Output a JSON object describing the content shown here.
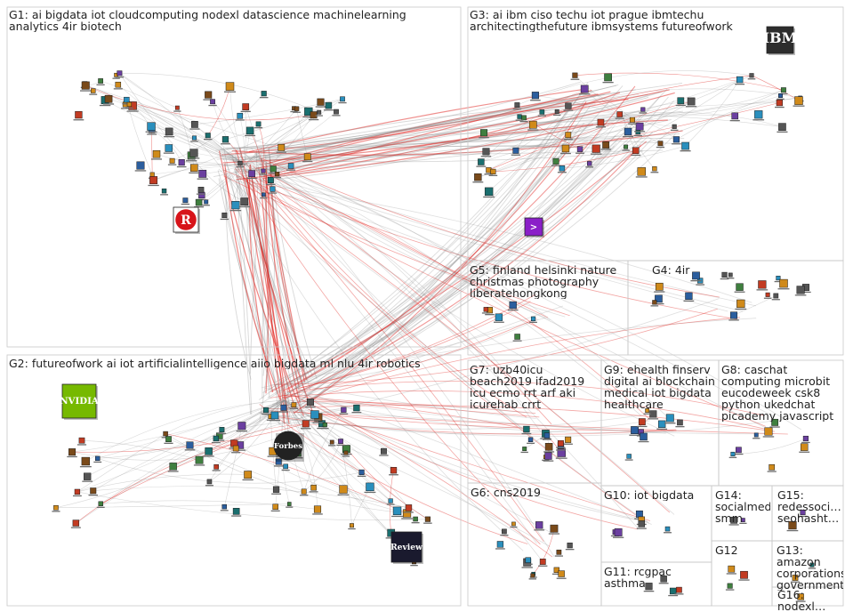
{
  "groups": [
    {
      "id": "G1",
      "label": "G1: ai bigdata iot cloudcomputing nodexl datascience machinelearning analytics 4ir biotech"
    },
    {
      "id": "G2",
      "label": "G2: futureofwork ai iot artificialintelligence aiio bigdata ml nlu 4ir robotics"
    },
    {
      "id": "G3",
      "label": "G3: ai ibm ciso techu iot prague ibmtechu architectingthefuture ibmsystems futureofwork"
    },
    {
      "id": "G4",
      "label": "G4: 4ir"
    },
    {
      "id": "G5",
      "label": "G5: finland helsinki nature christmas photography liberatehongkong"
    },
    {
      "id": "G6",
      "label": "G6: cns2019"
    },
    {
      "id": "G7",
      "label": "G7: uzb40icu beach2019 ifad2019 icu ecmo rrt arf aki icurehab crrt"
    },
    {
      "id": "G8",
      "label": "G8: caschat computing microbit eucodeweek csk8 python ukedchat picademy javascript"
    },
    {
      "id": "G9",
      "label": "G9: ehealth finserv digital ai blockchain medical iot bigdata healthcare"
    },
    {
      "id": "G10",
      "label": "G10: iot bigdata"
    },
    {
      "id": "G11",
      "label": "G11: rcgpac asthma"
    },
    {
      "id": "G12",
      "label": "G12"
    },
    {
      "id": "G13",
      "label": "G13: amazon corporations government…"
    },
    {
      "id": "G14",
      "label": "G14: socialmed… smm"
    },
    {
      "id": "G15",
      "label": "G15: redessoci… seohasht…"
    },
    {
      "id": "G16",
      "label": "G16: nodexl…"
    }
  ],
  "avatars": [
    {
      "text": "R",
      "color": "#d7141a",
      "icon": "letter-r-logo"
    },
    {
      "text": "Forbes",
      "color": "#222222",
      "icon": "forbes-logo"
    },
    {
      "text": "NVIDIA",
      "color": "#76b900",
      "icon": "nvidia-logo"
    },
    {
      "text": "IBM",
      "color": "#2d2d2d",
      "icon": "ibm-logo"
    },
    {
      "text": ">",
      "color": "#8a1fc8",
      "icon": "chevron-logo"
    },
    {
      "text": "Review",
      "color": "#1a1a2e",
      "icon": "review-logo"
    }
  ],
  "colors": {
    "edge_gray": "#8c8c8c",
    "edge_red": "#e0201c",
    "box_border": "#c8c8c8"
  }
}
